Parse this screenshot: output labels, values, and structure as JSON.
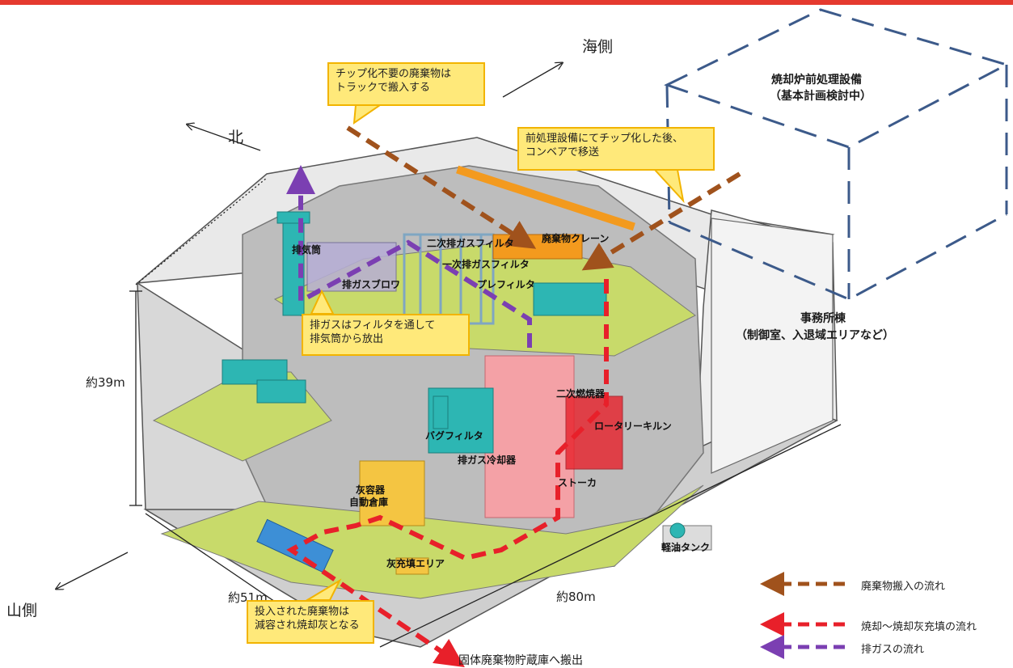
{
  "header_bar_color": "#e53a2f",
  "directions": {
    "sea_side": "海側",
    "north": "北",
    "mountain_side": "山側"
  },
  "dimensions": {
    "height": "約39m",
    "width": "約51m",
    "length": "約80m"
  },
  "buildings": {
    "pretreatment_line1": "焼却炉前処理設備",
    "pretreatment_line2": "（基本計画検討中）",
    "office_line1": "事務所棟",
    "office_line2": "（制御室、入退域エリアなど）",
    "oil_tank": "軽油タンク"
  },
  "callouts": {
    "truck_line1": "チップ化不要の廃棄物は",
    "truck_line2": "トラックで搬入する",
    "conveyor_line1": "前処理設備にてチップ化した後、",
    "conveyor_line2": "コンベアで移送",
    "exhaust_line1": "排ガスはフィルタを通して",
    "exhaust_line2": "排気筒から放出",
    "ash_line1": "投入された廃棄物は",
    "ash_line2": "減容され焼却灰となる"
  },
  "equipment_labels": {
    "stack": "排気筒",
    "blower": "排ガスブロワ",
    "secondary_filter": "二次排ガスフィルタ",
    "primary_filter": "一次排ガスフィルタ",
    "prefilter": "プレフィルタ",
    "crane": "廃棄物クレーン",
    "secondary_combustor": "二次燃焼器",
    "rotary_kiln": "ロータリーキルン",
    "bag_filter": "バグフィルタ",
    "gas_cooler": "排ガス冷却器",
    "stoker": "ストーカ",
    "ash_storage_line1": "灰容器",
    "ash_storage_line2": "自動倉庫",
    "ash_fill_area": "灰充填エリア"
  },
  "exit_label": "固体廃棄物貯蔵庫へ搬出",
  "legend": [
    {
      "label": "廃棄物搬入の流れ",
      "color": "#a0521c"
    },
    {
      "label": "焼却～焼却灰充填の流れ",
      "color": "#e8202a"
    },
    {
      "label": "排ガスの流れ",
      "color": "#7b3fb2"
    }
  ],
  "colors": {
    "waste_flow": "#a0521c",
    "incineration_flow": "#e8202a",
    "exhaust_flow": "#7b3fb2",
    "callout_fill": "#ffe97a",
    "callout_border": "#f2b400",
    "dashed_box": "#3c5a8a"
  }
}
